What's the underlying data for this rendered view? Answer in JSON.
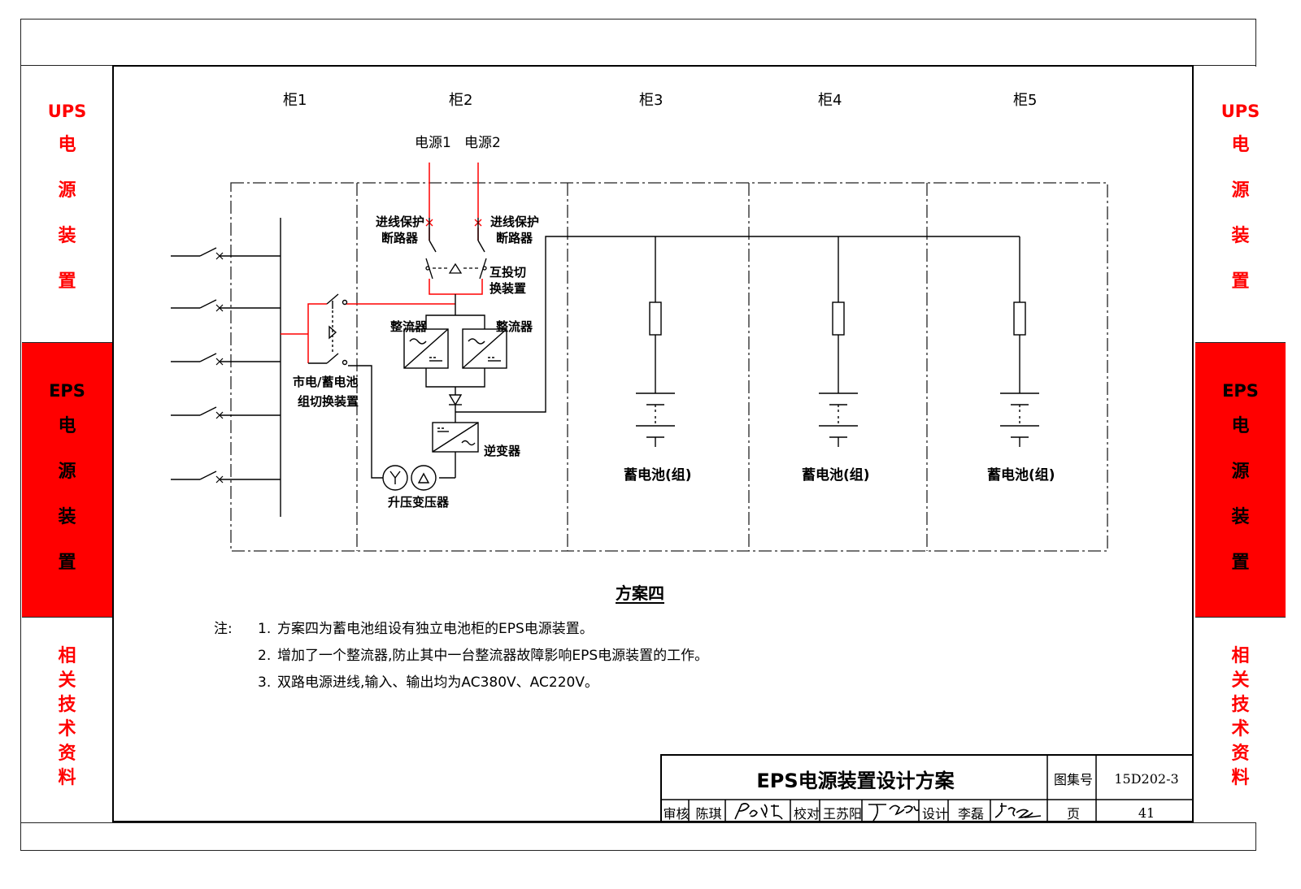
{
  "side_tabs": {
    "ups": {
      "label_top": "UPS",
      "label_chars": [
        "电",
        "源",
        "装",
        "置"
      ]
    },
    "eps": {
      "label_top": "EPS",
      "label_chars": [
        "电",
        "源",
        "装",
        "置"
      ]
    },
    "related": {
      "label_chars": [
        "相",
        "关",
        "技",
        "术",
        "资",
        "料"
      ]
    }
  },
  "cabinets": [
    "柜1",
    "柜2",
    "柜3",
    "柜4",
    "柜5"
  ],
  "labels": {
    "source1": "电源1",
    "source2": "电源2",
    "breaker_left_l1": "进线保护",
    "breaker_left_l2": "断路器",
    "breaker_right_l1": "进线保护",
    "breaker_right_l2": "断路器",
    "ats_l1": "互投切",
    "ats_l2": "换装置",
    "rectifier_left": "整流器",
    "rectifier_right": "整流器",
    "switch_l1": "市电/蓄电池",
    "switch_l2": "组切换装置",
    "inverter": "逆变器",
    "transformer": "升压变压器",
    "battery3": "蓄电池(组)",
    "battery4": "蓄电池(组)",
    "battery5": "蓄电池(组)"
  },
  "caption": "方案四",
  "notes": {
    "prefix": "注:",
    "items": [
      {
        "num": "1.",
        "text": "方案四为蓄电池组设有独立电池柜的EPS电源装置。"
      },
      {
        "num": "2.",
        "text": "增加了一个整流器,防止其中一台整流器故障影响EPS电源装置的工作。"
      },
      {
        "num": "3.",
        "text": "双路电源进线,输入、输出均为AC380V、AC220V。"
      }
    ]
  },
  "title_block": {
    "title": "EPS电源装置设计方案",
    "atlas_label": "图集号",
    "atlas_no": "15D202-3",
    "review_label": "审核",
    "reviewer": "陈琪",
    "check_label": "校对",
    "checker": "王苏阳",
    "design_label": "设计",
    "designer": "李磊",
    "page_label": "页",
    "page_no": "41"
  },
  "colors": {
    "accent_red": "#ff0000",
    "line": "#000000",
    "dash": "#222222"
  }
}
